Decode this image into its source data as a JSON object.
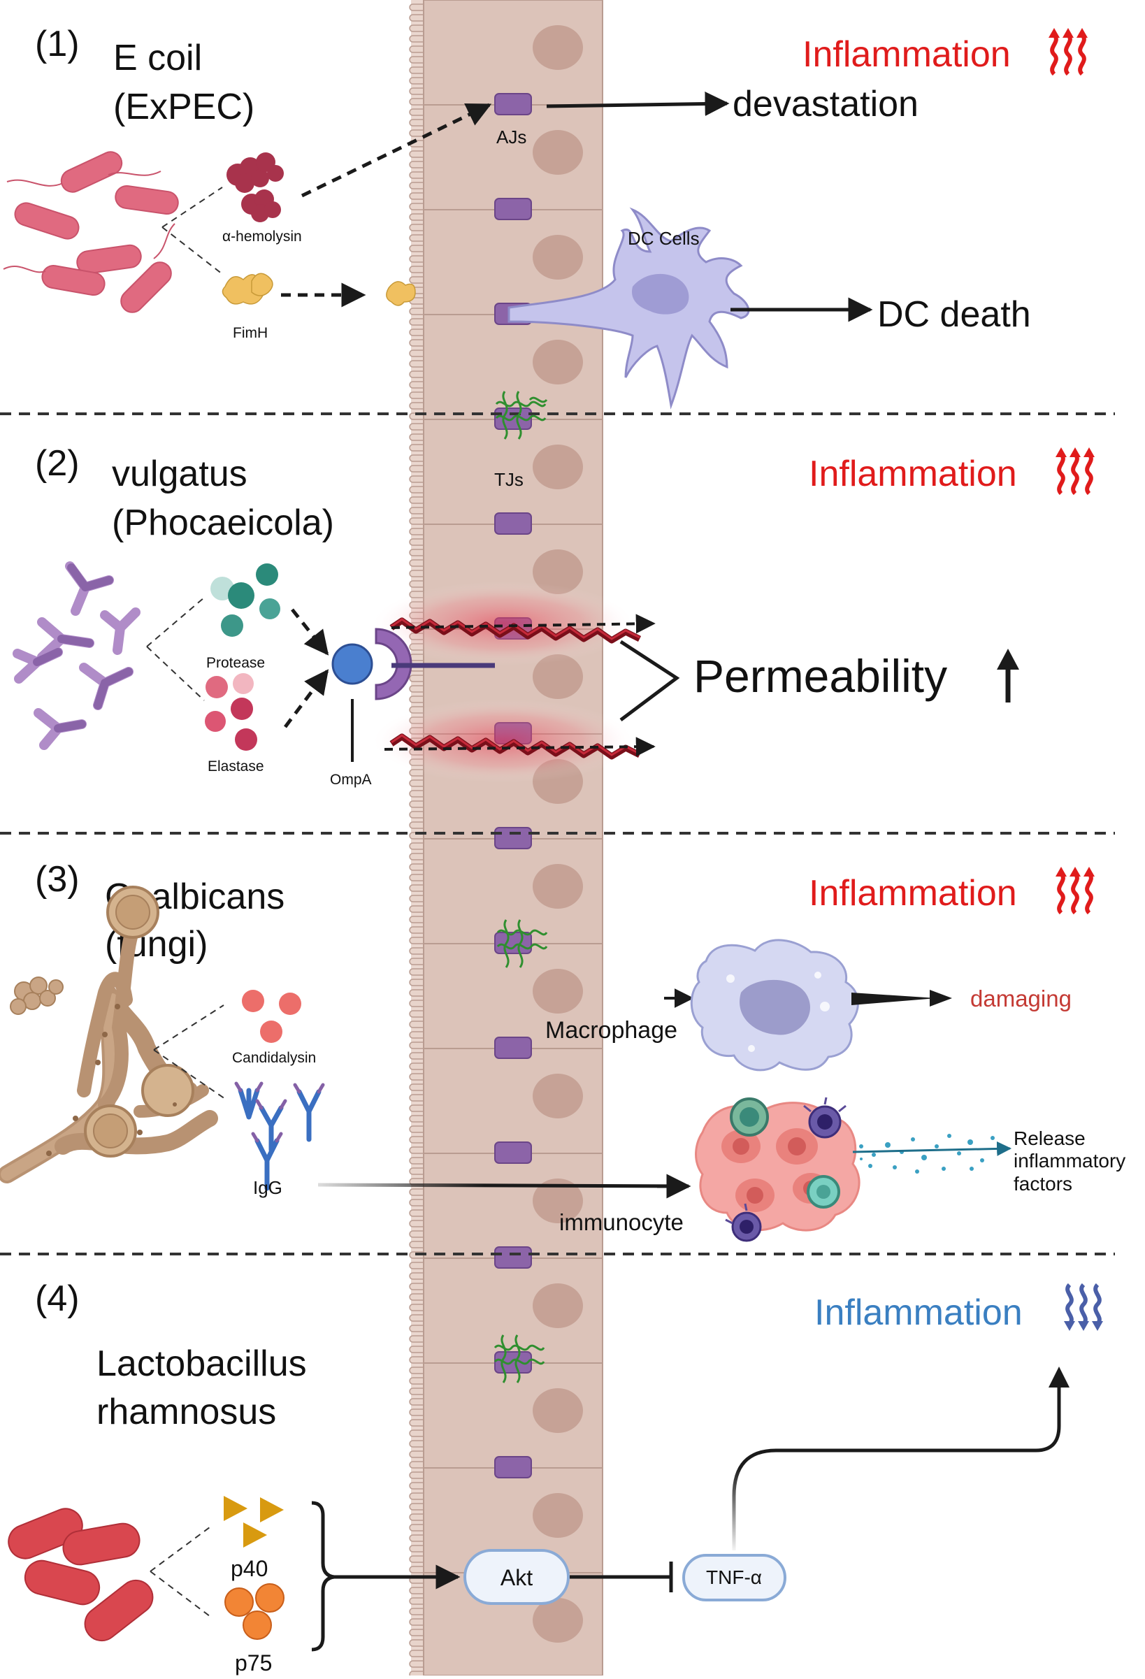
{
  "sections": [
    {
      "number": "(1)",
      "organism_line1": "E coil",
      "organism_line2": "(ExPEC)",
      "inflammation": "Inflammation",
      "factor_1": "α-hemolysin",
      "factor_2": "FimH",
      "junction": "AJs",
      "outcome_1": "devastation",
      "cell": "DC Cells",
      "outcome_2": "DC death"
    },
    {
      "number": "(2)",
      "organism_line1": "vulgatus",
      "organism_line2": "(Phocaeicola)",
      "inflammation": "Inflammation",
      "junction": "TJs",
      "factor_1": "Protease",
      "factor_2": "Elastase",
      "receptor": "OmpA",
      "outcome": "Permeability"
    },
    {
      "number": "(3)",
      "organism_line1": "C. albicans",
      "organism_line2": "(fungi)",
      "inflammation": "Inflammation",
      "factor_1": "Candidalysin",
      "factor_2": "IgG",
      "cell_1": "Macrophage",
      "outcome_1": "damaging",
      "cell_2": "immunocyte",
      "release_line1": "Release",
      "release_line2": "inflammatory",
      "release_line3": "factors"
    },
    {
      "number": "(4)",
      "organism_line1": "Lactobacillus",
      "organism_line2": "rhamnosus",
      "inflammation": "Inflammation",
      "factor_1": "p40",
      "factor_2": "p75",
      "pathway_node": "Akt",
      "target": "TNF-α"
    }
  ],
  "colors": {
    "inflammation_up": "#e01b1b",
    "inflammation_down": "#3a7fc1",
    "epithelium": "#dcc3b9",
    "nucleus": "#c6a296",
    "junction": "#8c64a8",
    "damaging_text": "#c43a34",
    "tight_junction": "#2f8f2f"
  },
  "icons": {
    "inflammation_up": "wavy-up-arrows-icon",
    "inflammation_down": "wavy-down-arrows-icon",
    "bacteria": "rod-bacteria-icon",
    "fungi": "hyphae-icon",
    "macrophage": "macrophage-icon",
    "dendritic_cell": "dendritic-cell-icon"
  }
}
